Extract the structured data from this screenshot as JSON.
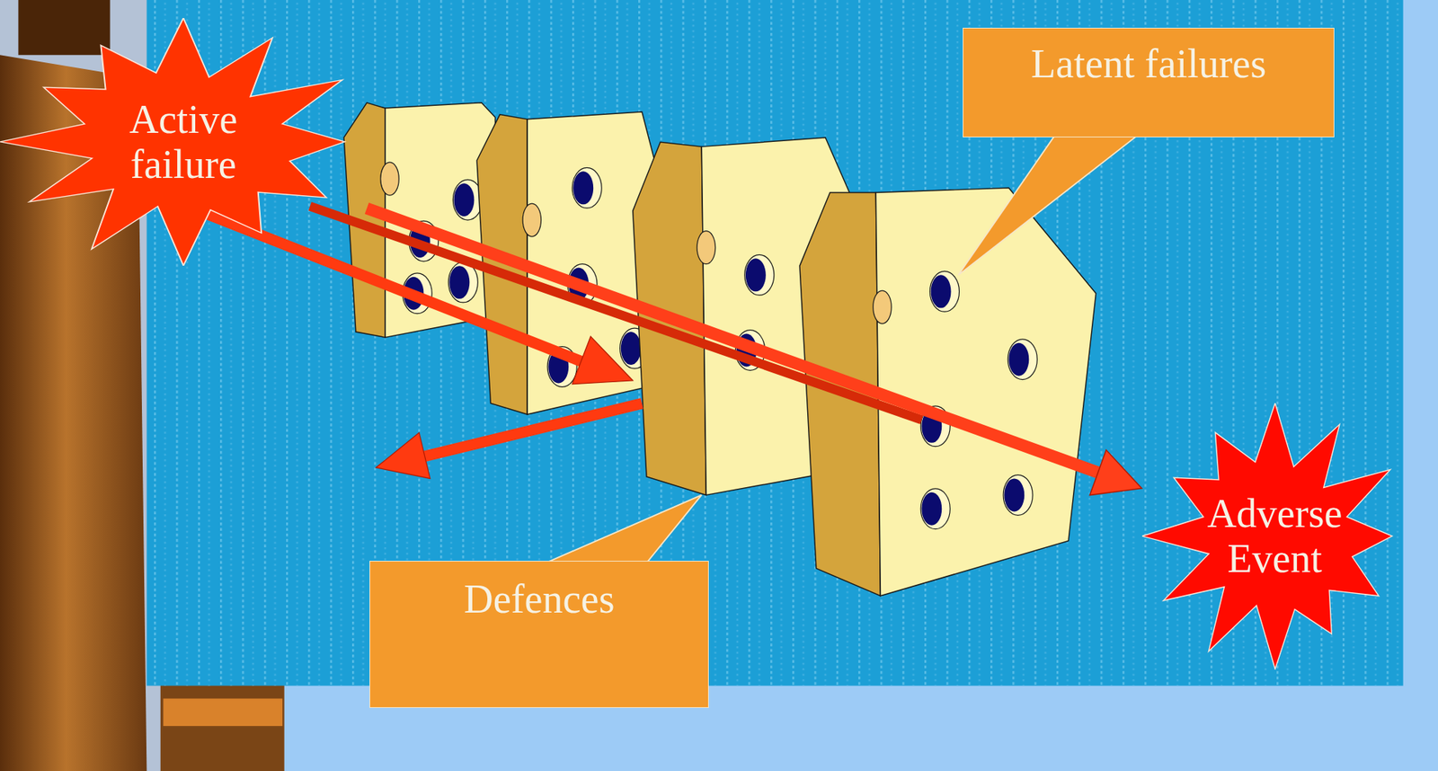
{
  "diagram": {
    "nodes": [
      {
        "text": [
          "Active failure"
        ]
      },
      {
        "text": [
          "Latent failures"
        ]
      },
      {
        "text": [
          "Defences"
        ]
      },
      {
        "text": [
          "Adverse Event"
        ]
      }
    ],
    "edges": [
      {
        "from": 0,
        "to": 3,
        "arrow": "to"
      }
    ]
  }
}
